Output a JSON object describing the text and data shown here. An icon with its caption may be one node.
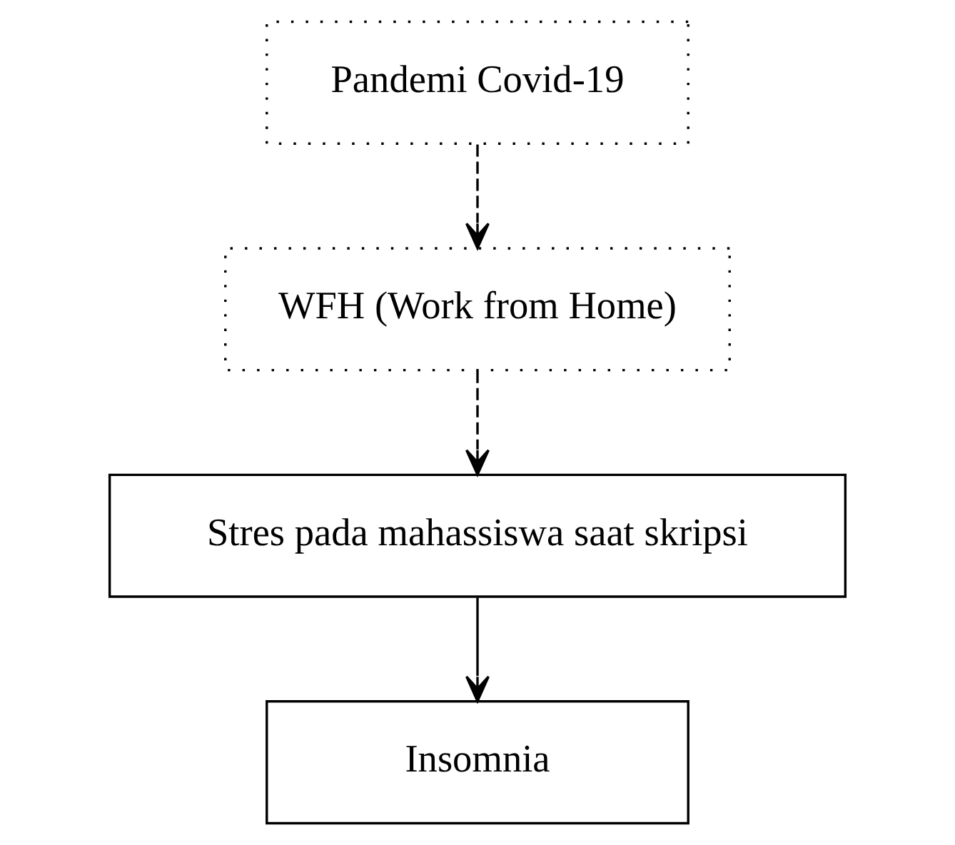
{
  "diagram": {
    "nodes": [
      {
        "text": [
          "Pandemi Covid-19"
        ]
      },
      {
        "text": [
          "WFH (Work from Home)"
        ]
      },
      {
        "text": [
          "Stres pada mahassiswa saat skripsi"
        ]
      },
      {
        "text": [
          "Insomnia"
        ]
      }
    ],
    "edges": [
      {
        "from": 0,
        "to": 1,
        "arrow": "to",
        "style": "dashed"
      },
      {
        "from": 1,
        "to": 2,
        "arrow": "to",
        "style": "dashed"
      },
      {
        "from": 2,
        "to": 3,
        "arrow": "to"
      }
    ]
  }
}
